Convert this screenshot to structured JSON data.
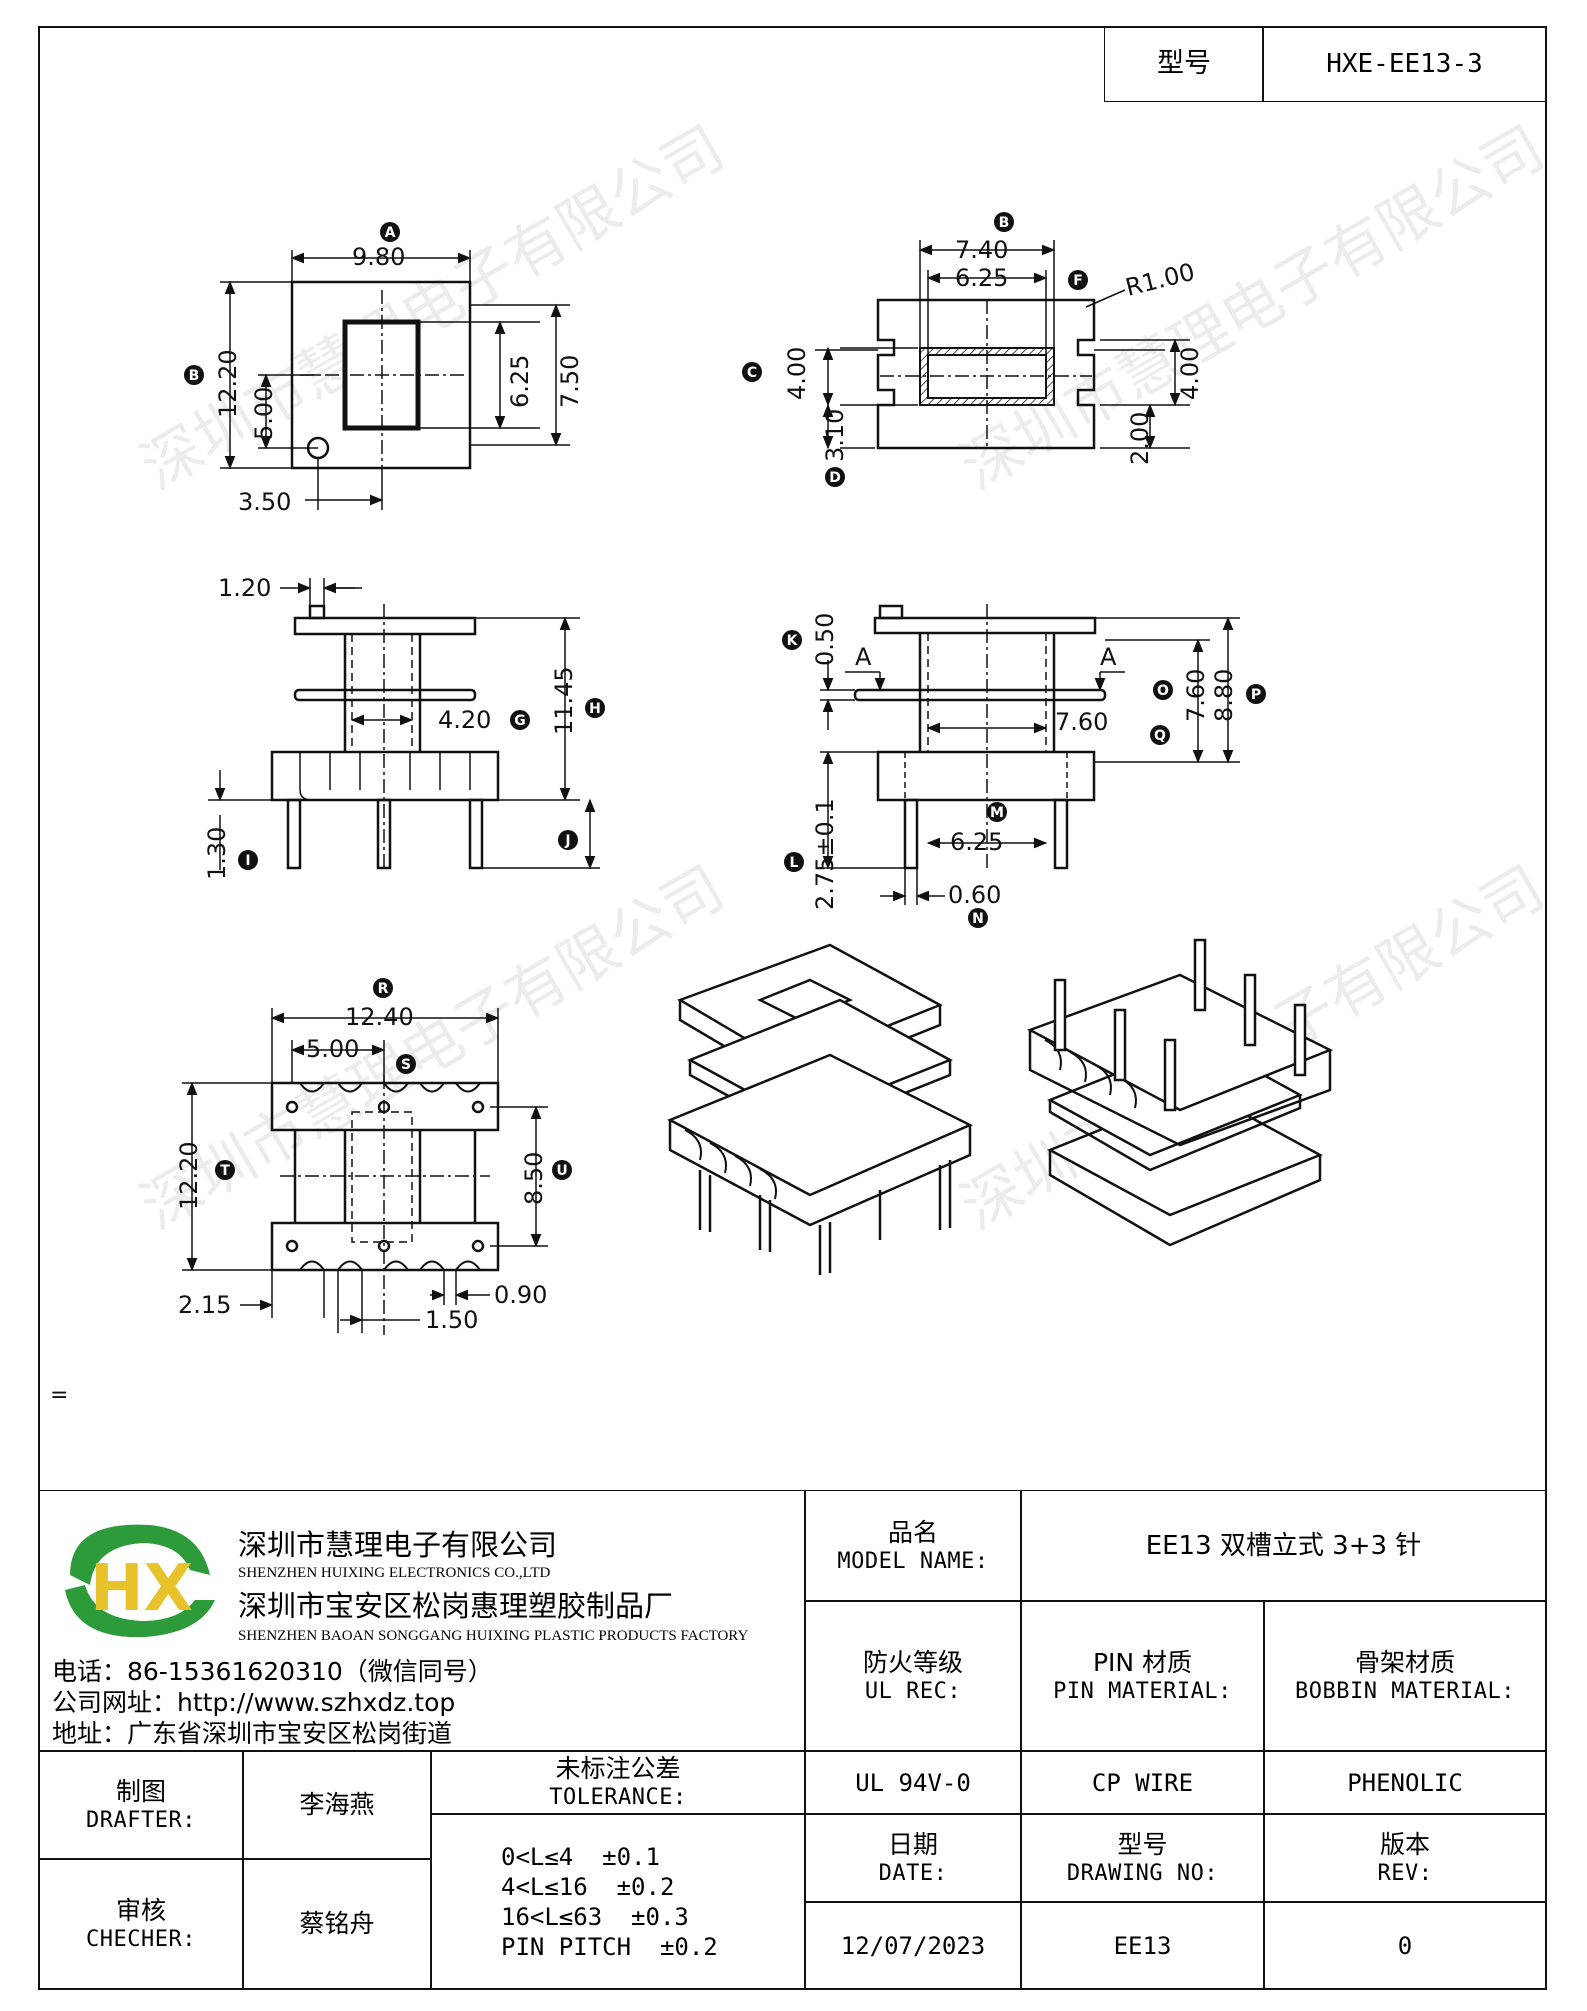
{
  "header": {
    "model_label": "型号",
    "model_value": "HXE-EE13-3"
  },
  "drawing": {
    "top_view": {
      "A": "9.80",
      "B": "12.20",
      "d1": "5.00",
      "d2": "6.25",
      "d3": "7.50",
      "d4": "3.50"
    },
    "top_right": {
      "B": "7.40",
      "d1": "6.25",
      "radius": "R1.00",
      "C": "4.00",
      "D": "3.10",
      "d2": "4.00",
      "d3": "2.00"
    },
    "front": {
      "d1": "1.20",
      "G": "4.20",
      "H": "11.45",
      "I": "1.30"
    },
    "side": {
      "K": "0.50",
      "section": "A",
      "P": "8.80",
      "O": "7.60",
      "Q": "7.60",
      "M": "6.25",
      "L": "2.75±0.1",
      "N": "0.60"
    },
    "bottom": {
      "R": "12.40",
      "S": "5.00",
      "T": "12.20",
      "U": "8.50",
      "d1": "2.15",
      "d2": "0.90",
      "d3": "1.50"
    },
    "letters": [
      "A",
      "B",
      "C",
      "D",
      "F",
      "G",
      "H",
      "I",
      "J",
      "K",
      "L",
      "M",
      "N",
      "O",
      "P",
      "Q",
      "R",
      "S",
      "T",
      "U"
    ],
    "note_mark": "="
  },
  "company": {
    "logo_text": "HX",
    "name_cn": "深圳市慧理电子有限公司",
    "name_en": "SHENZHEN HUIXING ELECTRONICS CO.,LTD",
    "factory_cn": "深圳市宝安区松岗惠理塑胶制品厂",
    "factory_en": "SHENZHEN BAOAN SONGGANG HUIXING PLASTIC PRODUCTS FACTORY",
    "phone": "电话：86-15361620310（微信同号）",
    "website": "公司网址：http://www.szhxdz.top",
    "address": "地址：广东省深圳市宝安区松岗街道",
    "watermark": "深圳市慧理电子有限公司"
  },
  "title_block": {
    "model_name_cn": "品名",
    "model_name_en": "MODEL NAME:",
    "model_name_value": "EE13 双槽立式 3+3 针",
    "ul_cn": "防火等级",
    "ul_en": "UL REC:",
    "ul_value": "UL 94V-0",
    "pin_cn": "PIN 材质",
    "pin_en": "PIN MATERIAL:",
    "pin_value": "CP WIRE",
    "bobbin_cn": "骨架材质",
    "bobbin_en": "BOBBIN MATERIAL:",
    "bobbin_value": "PHENOLIC",
    "drafter_cn": "制图",
    "drafter_en": "DRAFTER:",
    "drafter_value": "李海燕",
    "checker_cn": "审核",
    "checker_en": "CHECHER:",
    "checker_value": "蔡铭舟",
    "tolerance_cn": "未标注公差",
    "tolerance_en": "TOLERANCE:",
    "tolerances": [
      "0<L≤4  ±0.1",
      "4<L≤16  ±0.2",
      "16<L≤63  ±0.3",
      "PIN PITCH  ±0.2"
    ],
    "date_cn": "日期",
    "date_en": "DATE:",
    "date_value": "12/07/2023",
    "drawing_no_cn": "型号",
    "drawing_no_en": "DRAWING NO:",
    "drawing_no_value": "EE13",
    "rev_cn": "版本",
    "rev_en": "REV:",
    "rev_value": "0"
  }
}
